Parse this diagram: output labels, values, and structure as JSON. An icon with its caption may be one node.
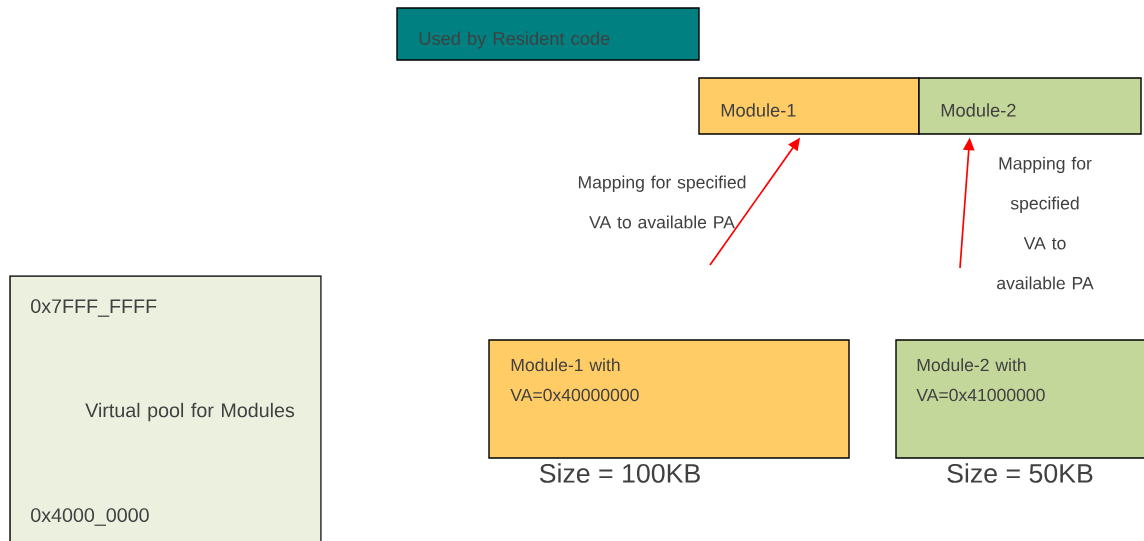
{
  "diagram": {
    "nodes": [
      {
        "text": [
          "Used by Resident code"
        ]
      },
      {
        "text": [
          "Module-1"
        ]
      },
      {
        "text": [
          "Module-2"
        ]
      },
      {
        "text": [
          "0x7FFF_FFFF",
          "Virtual pool for Modules",
          "0x4000_0000"
        ]
      },
      {
        "text": [
          "Module-1 with VA=0x40000000"
        ],
        "beside": [
          "Size = 100KB"
        ]
      },
      {
        "text": [
          "Module-2 with VA=0x41000000"
        ],
        "beside": [
          "Size = 50KB"
        ]
      }
    ],
    "edges": [
      {
        "from": null,
        "to": 1,
        "arrow": "to",
        "color": "#ff0000"
      },
      {
        "from": null,
        "to": 2,
        "arrow": "to",
        "color": "#ff0000"
      }
    ],
    "labels": [
      "Mapping for specified VA to available PA",
      "Mapping for specified VA to available PA"
    ]
  }
}
